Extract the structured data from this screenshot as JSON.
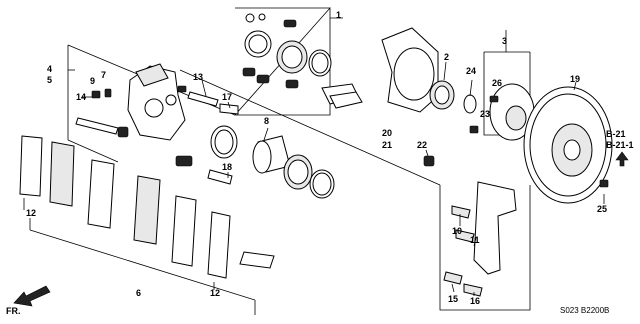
{
  "diagram": {
    "code": "S023  B2200B",
    "front_label": "FR.",
    "ref_top": "B-21",
    "ref_bottom": "B-21-1",
    "callouts": [
      "1",
      "2",
      "3",
      "4",
      "5",
      "6",
      "7",
      "8",
      "9",
      "10",
      "11",
      "12",
      "12",
      "13",
      "14",
      "15",
      "16",
      "17",
      "18",
      "19",
      "20",
      "21",
      "22",
      "23",
      "24",
      "25",
      "26"
    ]
  }
}
